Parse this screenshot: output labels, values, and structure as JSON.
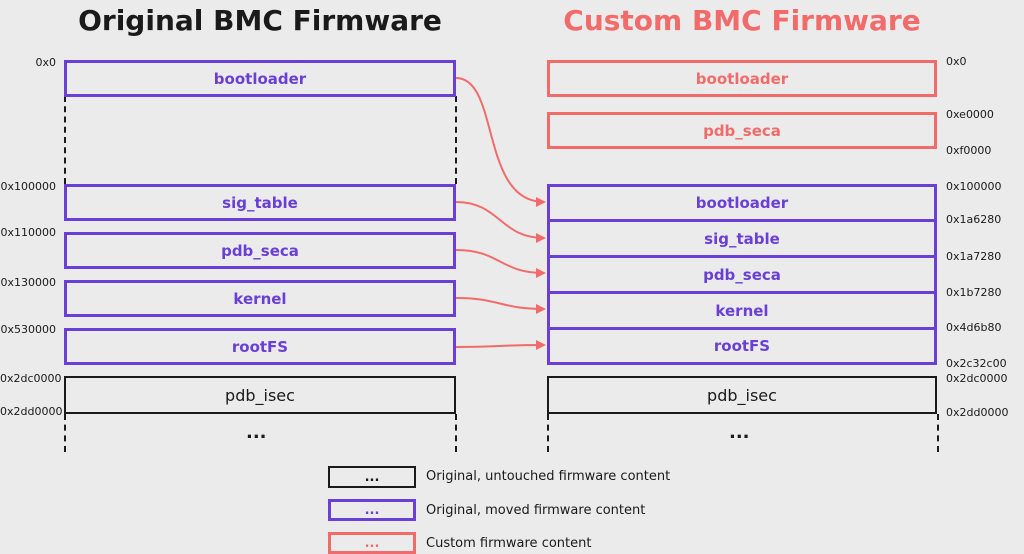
{
  "titles": {
    "left": "Original BMC Firmware",
    "right": "Custom BMC Firmware"
  },
  "left_blocks": {
    "bootloader": "bootloader",
    "sig_table": "sig_table",
    "pdb_seca": "pdb_seca",
    "kernel": "kernel",
    "rootfs": "rootFS",
    "pdb_isec": "pdb_isec",
    "ellipsis": "..."
  },
  "right_blocks": {
    "bootloader_custom": "bootloader",
    "pdb_seca_custom": "pdb_seca",
    "bootloader": "bootloader",
    "sig_table": "sig_table",
    "pdb_seca": "pdb_seca",
    "kernel": "kernel",
    "rootfs": "rootFS",
    "pdb_isec": "pdb_isec",
    "ellipsis": "..."
  },
  "left_addresses": [
    "0x0",
    "0x100000",
    "0x110000",
    "0x130000",
    "0x530000",
    "0x2dc0000",
    "0x2dd0000"
  ],
  "right_addresses": [
    "0x0",
    "0xe0000",
    "0xf0000",
    "0x100000",
    "0x1a6280",
    "0x1a7280",
    "0x1b7280",
    "0x4d6b80",
    "0x2c32c00",
    "0x2dc0000",
    "0x2dd0000"
  ],
  "legend": [
    {
      "symbol": "...",
      "text": "Original, untouched firmware content",
      "color": "#1a1a1a"
    },
    {
      "symbol": "...",
      "text": "Original, moved firmware content",
      "color": "#6a3fd6"
    },
    {
      "symbol": "...",
      "text": "Custom firmware content",
      "color": "#f26b6b"
    }
  ],
  "colors": {
    "moved": "#6a3fd6",
    "custom": "#f26b6b",
    "untouched": "#1a1a1a",
    "arrow": "#f26b6b"
  }
}
